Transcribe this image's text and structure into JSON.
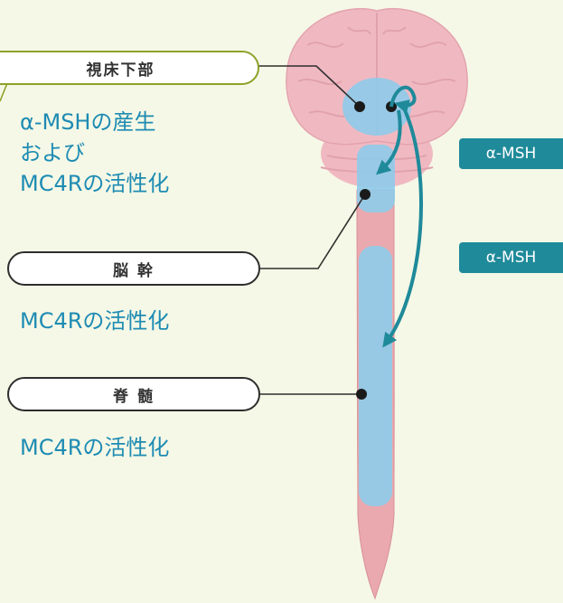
{
  "regions": {
    "hypothalamus": {
      "title": "視床下部",
      "lines": [
        "α-MSHの産生",
        "および",
        "MC4Rの活性化"
      ]
    },
    "brainstem": {
      "title": "脳 幹",
      "lines": [
        "MC4Rの活性化"
      ]
    },
    "spinal_cord": {
      "title": "脊 髄",
      "lines": [
        "MC4Rの活性化"
      ]
    }
  },
  "tags": {
    "upper": "α-MSH",
    "lower": "α-MSH"
  },
  "colors": {
    "background": "#f5f8e6",
    "desc_text": "#1e8bb3",
    "tag_bg": "#1f8a9a",
    "arrow": "#1f8a9a",
    "highlight": "#8ecbea",
    "brain": "#f0b9c2",
    "hypothalamus_border": "#8ea22a"
  }
}
